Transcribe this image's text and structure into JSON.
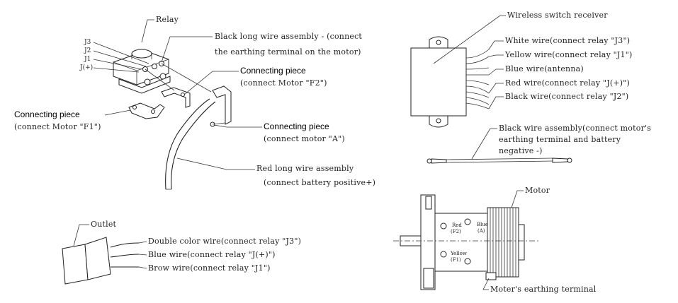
{
  "relay": {
    "title": "Relay",
    "terminals": [
      "J3",
      "J2",
      "J1",
      "J(+)"
    ],
    "black_long_wire": [
      "Black long wire assembly - (connect",
      "the earthing terminal on the motor)"
    ],
    "connecting_piece_f2": [
      "Connecting piece",
      "(connect Motor \"F2\")"
    ],
    "connecting_piece_f1": [
      "Connecting piece",
      "(connect Motor \"F1\")"
    ],
    "connecting_piece_a": [
      "Connecting piece",
      "(connect motor \"A\")"
    ],
    "red_long_wire": [
      "Red long wire assembly",
      "(connect battery positive+)"
    ]
  },
  "receiver": {
    "title": "Wireless switch receiver",
    "wires": [
      "White wire(connect relay \"J3\")",
      "Yellow wire(connect relay \"J1\")",
      "Blue wire(antenna)",
      "Red wire(connect relay \"J(+)\")",
      "Black wire(connect relay \"J2\")"
    ]
  },
  "black_wire_assembly": [
    "Black wire assembly(connect motor's",
    "earthing terminal and battery",
    "negative -)"
  ],
  "outlet": {
    "title": "Outlet",
    "wires": [
      "Double color wire(connect relay \"J3\")",
      "Blue wire(connect relay \"J(+)\")",
      "Brow wire(connect relay \"J1\")"
    ]
  },
  "motor": {
    "title": "Motor",
    "red_label": [
      "Red",
      "(F2)"
    ],
    "blue_label": [
      "Blue",
      "(A)"
    ],
    "yellow_label": [
      "Yellow",
      "(F1)"
    ],
    "earthing": "Moter's earthing terminal"
  }
}
